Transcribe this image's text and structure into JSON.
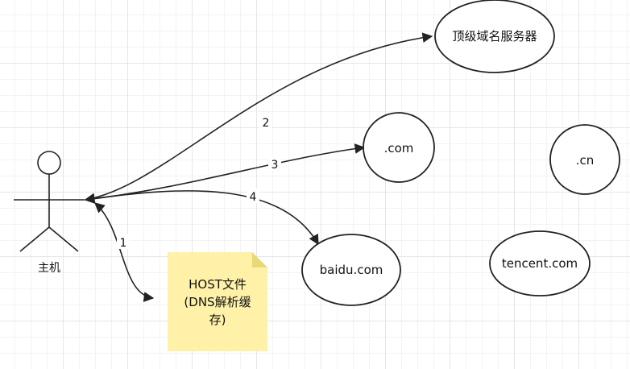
{
  "actor": {
    "label": "主机"
  },
  "nodes": {
    "top_level": "顶级域名服务器",
    "com": ".com",
    "cn": ".cn",
    "baidu": "baidu.com",
    "tencent": "tencent.com"
  },
  "note": {
    "lines": [
      "HOST文件",
      "(DNS解析缓",
      "存)"
    ],
    "color": "#fff2a8",
    "fold_color": "#e8d878"
  },
  "edges": {
    "e1": "1",
    "e2": "2",
    "e3": "3",
    "e4": "4"
  }
}
